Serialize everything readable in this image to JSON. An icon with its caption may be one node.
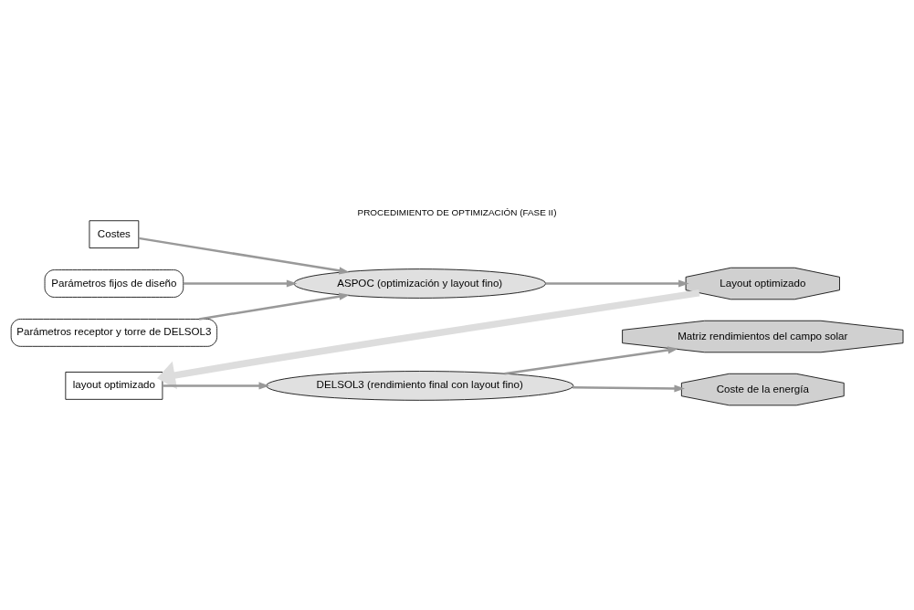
{
  "diagram": {
    "title": "PROCEDIMIENTO DE OPTIMIZACIÓN (FASE II)",
    "nodes": [
      {
        "text": [
          "Costes"
        ]
      },
      {
        "text": [
          "Parámetros fijos de diseño"
        ]
      },
      {
        "text": [
          "Parámetros receptor y torre de DELSOL3"
        ]
      },
      {
        "text": [
          "ASPOC (optimización y layout fino)"
        ]
      },
      {
        "text": [
          "Layout optimizado"
        ]
      },
      {
        "text": [
          "layout optimizado"
        ]
      },
      {
        "text": [
          "DELSOL3 (rendimiento final con layout fino)"
        ]
      },
      {
        "text": [
          "Matriz rendimientos del campo solar"
        ]
      },
      {
        "text": [
          "Coste de la energía"
        ]
      }
    ],
    "edges": [
      {
        "from": 0,
        "to": 3,
        "arrow": "to"
      },
      {
        "from": 1,
        "to": 3,
        "arrow": "to"
      },
      {
        "from": 2,
        "to": 3,
        "arrow": "to"
      },
      {
        "from": 3,
        "to": 4,
        "arrow": "to"
      },
      {
        "from": 4,
        "to": 5,
        "arrow": "to",
        "style": "thick",
        "color": "#dddddd"
      },
      {
        "from": 5,
        "to": 6,
        "arrow": "to"
      },
      {
        "from": 6,
        "to": 7,
        "arrow": "to"
      },
      {
        "from": 6,
        "to": 8,
        "arrow": "to"
      }
    ]
  }
}
